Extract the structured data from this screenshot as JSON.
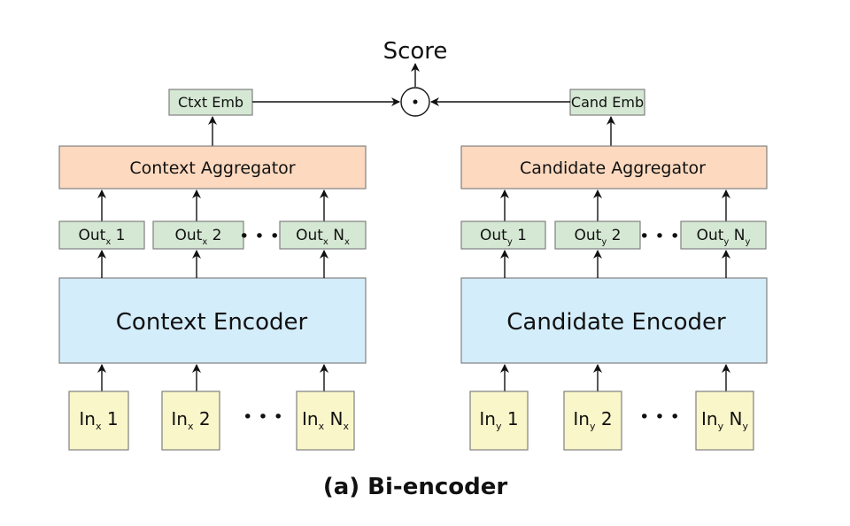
{
  "diagram": {
    "score_label": "Score",
    "dot_product_symbol": "•",
    "context": {
      "emb_label": "Ctxt Emb",
      "aggregator_label": "Context Aggregator",
      "encoder_label": "Context Encoder",
      "outputs": [
        {
          "base": "Out",
          "sub": "x",
          "idx": "1",
          "idx_sub": ""
        },
        {
          "base": "Out",
          "sub": "x",
          "idx": "2",
          "idx_sub": ""
        },
        {
          "base": "Out",
          "sub": "x",
          "idx": "N",
          "idx_sub": "x"
        }
      ],
      "inputs": [
        {
          "base": "In",
          "sub": "x",
          "idx": "1",
          "idx_sub": ""
        },
        {
          "base": "In",
          "sub": "x",
          "idx": "2",
          "idx_sub": ""
        },
        {
          "base": "In",
          "sub": "x",
          "idx": "N",
          "idx_sub": "x"
        }
      ]
    },
    "candidate": {
      "emb_label": "Cand Emb",
      "aggregator_label": "Candidate Aggregator",
      "encoder_label": "Candidate Encoder",
      "outputs": [
        {
          "base": "Out",
          "sub": "y",
          "idx": "1",
          "idx_sub": ""
        },
        {
          "base": "Out",
          "sub": "y",
          "idx": "2",
          "idx_sub": ""
        },
        {
          "base": "Out",
          "sub": "y",
          "idx": "N",
          "idx_sub": "y"
        }
      ],
      "inputs": [
        {
          "base": "In",
          "sub": "y",
          "idx": "1",
          "idx_sub": ""
        },
        {
          "base": "In",
          "sub": "y",
          "idx": "2",
          "idx_sub": ""
        },
        {
          "base": "In",
          "sub": "y",
          "idx": "N",
          "idx_sub": "y"
        }
      ]
    },
    "ellipsis": "• • •",
    "caption": "(a) Bi-encoder",
    "colors": {
      "embedding": "#d5e8d4",
      "aggregator": "#fdd9bf",
      "encoder": "#d4edfb",
      "input": "#f9f6c9"
    }
  }
}
